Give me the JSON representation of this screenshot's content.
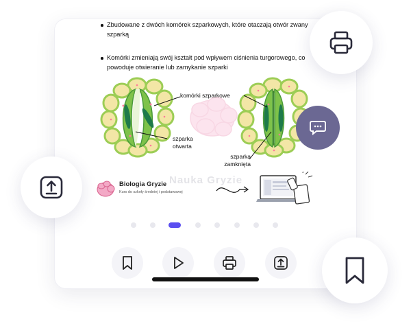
{
  "document": {
    "bullet1_line1": "Zbudowane z dwóch komórek szparkowych, które otaczają otwór zwany",
    "bullet1_line2": "szparką",
    "bullet2_line1": "Komórki zmieniają swój kształt pod wpływem ciśnienia turgorowego, co",
    "bullet2_line2": "powoduje otwieranie lub zamykanie szparki"
  },
  "diagram": {
    "label_guard_cells": "komórki szparkowe",
    "label_open_line1": "szparka",
    "label_open_line2": "otwarta",
    "label_closed_line1": "szparka",
    "label_closed_line2": "zamknięta",
    "watermark": "Nauka Gryzie"
  },
  "banner": {
    "title": "Biologia Gryzie",
    "subtitle": "Kurs do szkoły średniej i podstawowej"
  },
  "pagination": {
    "count": 8,
    "active_index": 2
  },
  "toolbar": {
    "icons": [
      "bookmark-icon",
      "play-icon",
      "printer-icon",
      "upload-icon"
    ]
  },
  "floating": {
    "icons": [
      "printer-icon",
      "upload-icon",
      "bookmark-icon",
      "chat-icon"
    ]
  },
  "colors": {
    "accent": "#5b4ff0",
    "chat_bubble": "#6b6893",
    "cell_fill": "#f3e6a6",
    "leaf_green": "#9ccd55",
    "dark_green": "#1e7a4a"
  }
}
